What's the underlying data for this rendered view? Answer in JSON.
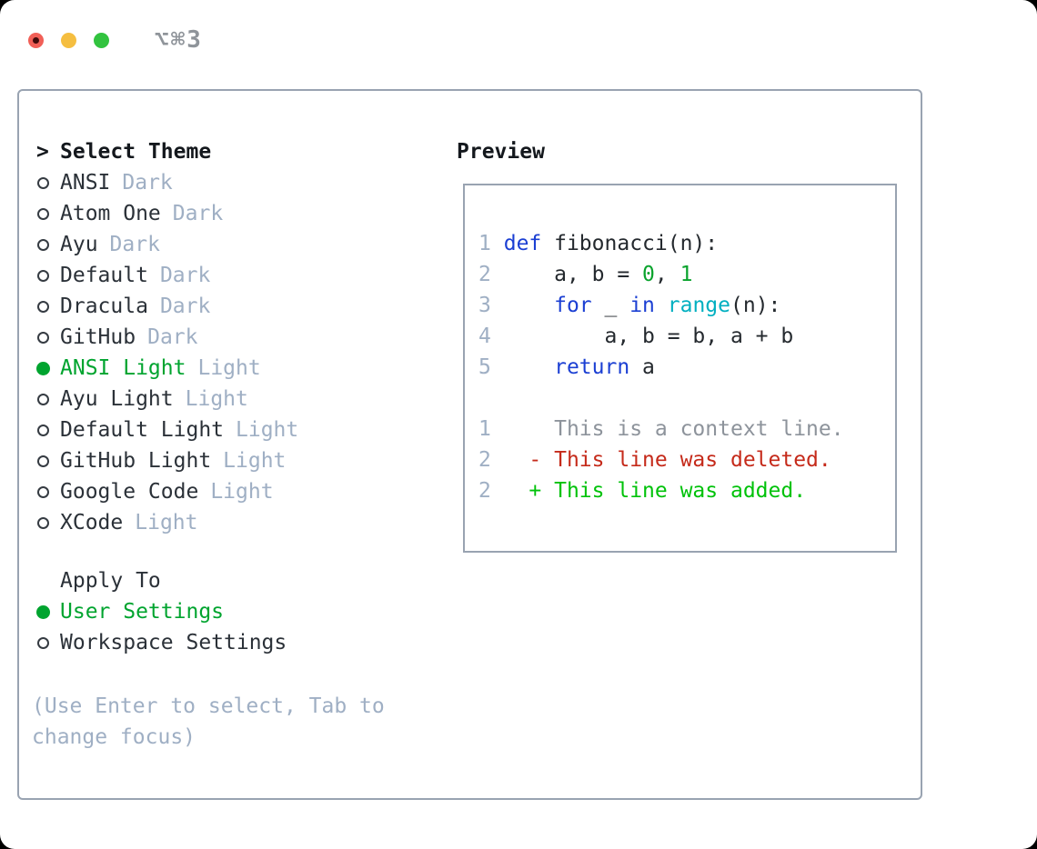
{
  "titlebar": {
    "shortcut": "⌥⌘3"
  },
  "theme_selector": {
    "prompt": ">",
    "title": "Select Theme",
    "items": [
      {
        "name": "ANSI",
        "tag": "Dark",
        "selected": false
      },
      {
        "name": "Atom One",
        "tag": "Dark",
        "selected": false
      },
      {
        "name": "Ayu",
        "tag": "Dark",
        "selected": false
      },
      {
        "name": "Default",
        "tag": "Dark",
        "selected": false
      },
      {
        "name": "Dracula",
        "tag": "Dark",
        "selected": false
      },
      {
        "name": "GitHub",
        "tag": "Dark",
        "selected": false
      },
      {
        "name": "ANSI Light",
        "tag": "Light",
        "selected": true
      },
      {
        "name": "Ayu Light",
        "tag": "Light",
        "selected": false
      },
      {
        "name": "Default Light",
        "tag": "Light",
        "selected": false
      },
      {
        "name": "GitHub Light",
        "tag": "Light",
        "selected": false
      },
      {
        "name": "Google Code",
        "tag": "Light",
        "selected": false
      },
      {
        "name": "XCode",
        "tag": "Light",
        "selected": false
      }
    ],
    "apply_to": {
      "title": "Apply To",
      "options": [
        {
          "name": "User Settings",
          "selected": true
        },
        {
          "name": "Workspace Settings",
          "selected": false
        }
      ]
    },
    "help_text": "(Use Enter to select, Tab to change focus)"
  },
  "preview": {
    "title": "Preview",
    "code_lines": [
      {
        "num": "1",
        "tokens": [
          {
            "t": "def",
            "c": "keyword"
          },
          {
            "t": " fibonacci(n):",
            "c": "plain"
          }
        ]
      },
      {
        "num": "2",
        "tokens": [
          {
            "t": "    a, b = ",
            "c": "plain"
          },
          {
            "t": "0",
            "c": "number"
          },
          {
            "t": ", ",
            "c": "plain"
          },
          {
            "t": "1",
            "c": "number"
          }
        ]
      },
      {
        "num": "3",
        "tokens": [
          {
            "t": "    ",
            "c": "plain"
          },
          {
            "t": "for",
            "c": "keyword"
          },
          {
            "t": " _ ",
            "c": "plain"
          },
          {
            "t": "in",
            "c": "keyword"
          },
          {
            "t": " ",
            "c": "plain"
          },
          {
            "t": "range",
            "c": "builtin"
          },
          {
            "t": "(n):",
            "c": "plain"
          }
        ]
      },
      {
        "num": "4",
        "tokens": [
          {
            "t": "        a, b = b, a + b",
            "c": "plain"
          }
        ]
      },
      {
        "num": "5",
        "tokens": [
          {
            "t": "    ",
            "c": "plain"
          },
          {
            "t": "return",
            "c": "keyword"
          },
          {
            "t": " a",
            "c": "plain"
          }
        ]
      }
    ],
    "diff_lines": [
      {
        "num": "1",
        "text": "    This is a context line.",
        "kind": "context"
      },
      {
        "num": "2",
        "text": "  - This line was deleted.",
        "kind": "deleted"
      },
      {
        "num": "2",
        "text": "  + This line was added.",
        "kind": "added"
      }
    ]
  },
  "colors": {
    "selected_green": "#00A42F",
    "added_green": "#00C20A",
    "deleted_red": "#C52A1A",
    "keyword_blue": "#1B3FD3",
    "builtin_cyan": "#00AFC0",
    "number_green": "#0AA32D",
    "muted_gray": "#9FAFC4",
    "border_gray": "#99A3B1"
  }
}
